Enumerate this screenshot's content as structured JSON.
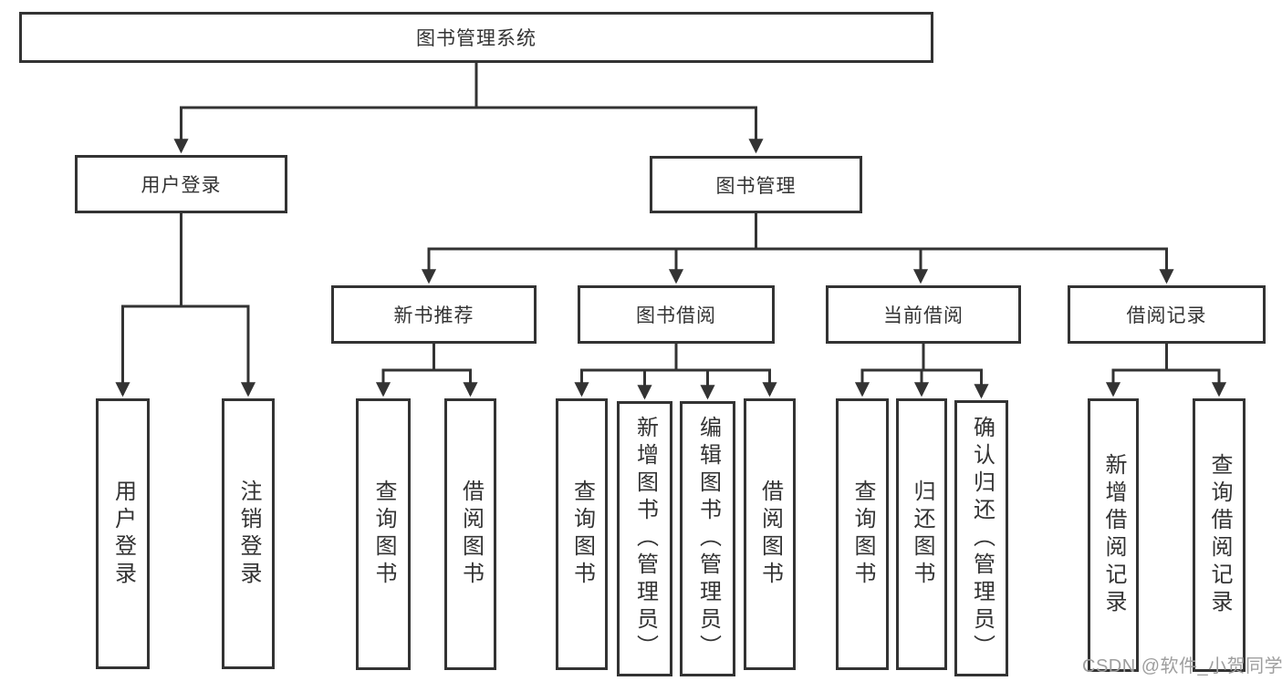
{
  "nodes": {
    "root": "图书管理系统",
    "level2": [
      "用户登录",
      "图书管理"
    ],
    "level3": [
      "新书推荐",
      "图书借阅",
      "当前借阅",
      "借阅记录"
    ],
    "leaves_user": [
      "用户登录",
      "注销登录"
    ],
    "leaves_recommend": [
      "查询图书",
      "借阅图书"
    ],
    "leaves_borrow": [
      "查询图书",
      "新增图书（管理员）",
      "编辑图书（管理员）",
      "借阅图书"
    ],
    "leaves_current": [
      "查询图书",
      "归还图书",
      "确认归还（管理员）"
    ],
    "leaves_history": [
      "新增借阅记录",
      "查询借阅记录"
    ]
  },
  "watermark": "CSDN @软件_小贺同学",
  "colors": {
    "line": "#333333",
    "text": "#333333",
    "watermark": "#9e9e9e",
    "background": "#ffffff"
  }
}
